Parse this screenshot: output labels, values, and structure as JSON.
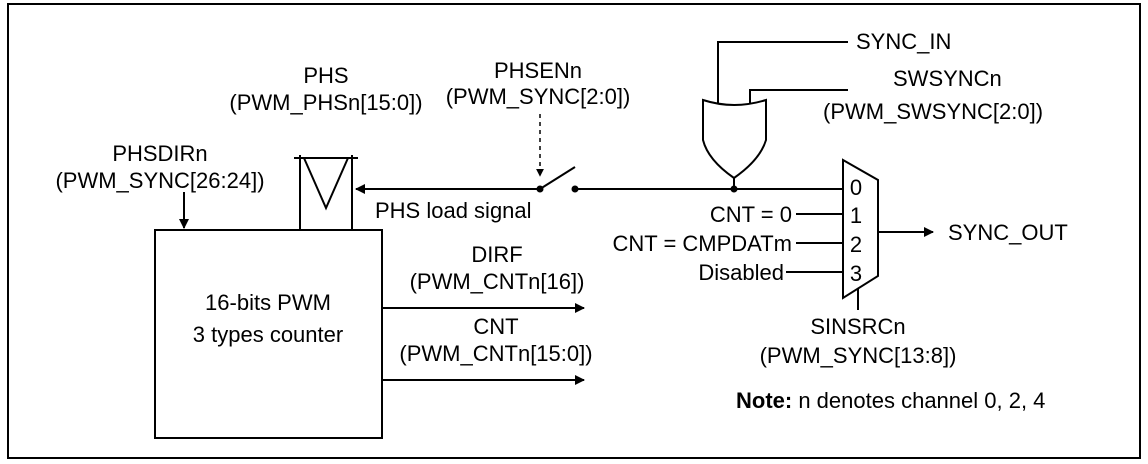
{
  "labels": {
    "sync_in": "SYNC_IN",
    "swsync_name": "SWSYNCn",
    "swsync_reg": "(PWM_SWSYNC[2:0])",
    "phsen_name": "PHSENn",
    "phsen_reg": "(PWM_SYNC[2:0])",
    "phs_name": "PHS",
    "phs_reg": "(PWM_PHSn[15:0])",
    "phsdir_name": "PHSDIRn",
    "phsdir_reg": "(PWM_SYNC[26:24])",
    "phs_load": "PHS load signal",
    "counter_line1": "16-bits PWM",
    "counter_line2": "3 types counter",
    "dirf_name": "DIRF",
    "dirf_reg": "(PWM_CNTn[16])",
    "cnt_name": "CNT",
    "cnt_reg": "(PWM_CNTn[15:0])",
    "mux_in0": "0",
    "mux_in1": "1",
    "mux_in2": "2",
    "mux_in3": "3",
    "src_cnt0": "CNT = 0",
    "src_cmpdat": "CNT = CMPDATm",
    "src_disabled": "Disabled",
    "sync_out": "SYNC_OUT",
    "sinsrc_name": "SINSRCn",
    "sinsrc_reg": "(PWM_SYNC[13:8])",
    "note_bold": "Note:",
    "note_text": " n denotes channel 0, 2, 4"
  }
}
